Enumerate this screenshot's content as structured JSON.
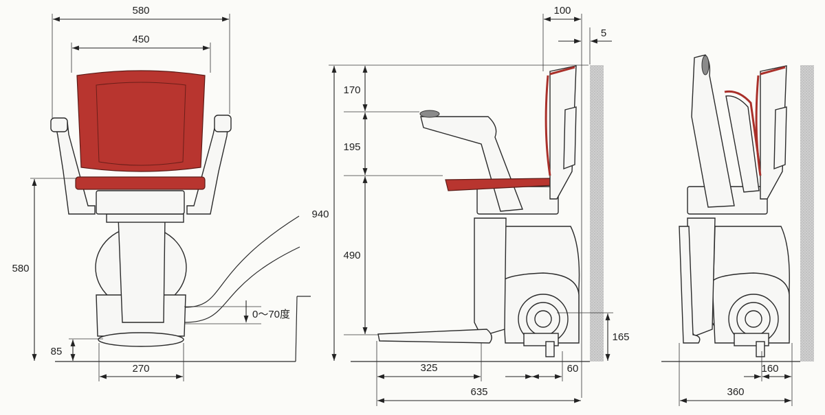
{
  "front_view": {
    "overall_width": "580",
    "back_width": "450",
    "seat_height": "580",
    "footrest_height": "85",
    "footrest_width": "270",
    "rail_angle": "0～70度"
  },
  "side_view": {
    "top_offset": "100",
    "wall_gap": "5",
    "back_height": "170",
    "armrest_gap": "195",
    "seat_to_footrest": "490",
    "total_height": "940",
    "rail_height": "165",
    "footrest_depth": "325",
    "rail_offset": "60",
    "total_depth": "635"
  },
  "folded_view": {
    "rail_offset": "160",
    "folded_depth": "360"
  },
  "colors": {
    "upholstery": "#b8352f",
    "wall": "#c8c8c8",
    "line": "#222222"
  }
}
